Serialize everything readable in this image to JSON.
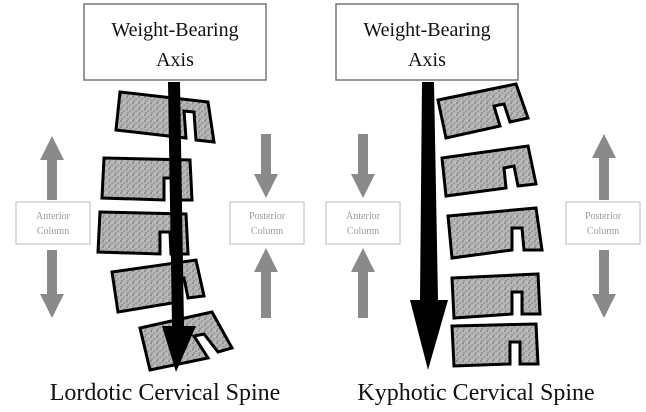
{
  "left_panel": {
    "axis_box": {
      "line1": "Weight-Bearing",
      "line2": "Axis"
    },
    "anterior_label": {
      "line1": "Anterior",
      "line2": "Column"
    },
    "posterior_label": {
      "line1": "Posterior",
      "line2": "Column"
    },
    "caption": "Lordotic Cervical Spine"
  },
  "right_panel": {
    "axis_box": {
      "line1": "Weight-Bearing",
      "line2": "Axis"
    },
    "anterior_label": {
      "line1": "Anterior",
      "line2": "Column"
    },
    "posterior_label": {
      "line1": "Posterior",
      "line2": "Column"
    },
    "caption": "Kyphotic Cervical Spine"
  },
  "colors": {
    "column_arrow": "#8a8a8a",
    "axis_arrow": "#000000",
    "vertebra_fill": "#a9a9a9",
    "vertebra_stroke": "#000000",
    "label_text": "#9a9a9a"
  }
}
